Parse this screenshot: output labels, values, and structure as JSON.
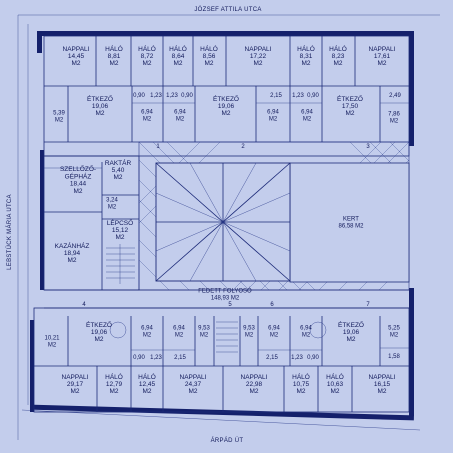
{
  "streets": {
    "north": "JÓZSEF ATTILA UTCA",
    "west": "LEBSTÜCK MÁRIA UTCA",
    "south": "ÁRPÁD ÚT"
  },
  "rooms": [
    {
      "id": "r1",
      "lines": [
        "NAPPALI",
        "14,45",
        "M2"
      ]
    },
    {
      "id": "r2",
      "lines": [
        "HÁLÓ",
        "8,81",
        "M2"
      ]
    },
    {
      "id": "r3",
      "lines": [
        "HÁLÓ",
        "8,72",
        "M2"
      ]
    },
    {
      "id": "r4",
      "lines": [
        "HÁLÓ",
        "8,64",
        "M2"
      ]
    },
    {
      "id": "r5",
      "lines": [
        "HÁLÓ",
        "8,56",
        "M2"
      ]
    },
    {
      "id": "r6",
      "lines": [
        "NAPPALI",
        "17,22",
        "M2"
      ]
    },
    {
      "id": "r7",
      "lines": [
        "HÁLÓ",
        "8,31",
        "M2"
      ]
    },
    {
      "id": "r8",
      "lines": [
        "HÁLÓ",
        "8,23",
        "M2"
      ]
    },
    {
      "id": "r9",
      "lines": [
        "NAPPALI",
        "17,61",
        "M2"
      ]
    },
    {
      "id": "r10",
      "lines": [
        "ÉTKEZŐ",
        "19,06",
        "M2"
      ]
    },
    {
      "id": "r11",
      "lines": [
        "ÉTKEZŐ",
        "19,06",
        "M2"
      ]
    },
    {
      "id": "r12",
      "lines": [
        "ÉTKEZŐ",
        "17,50",
        "M2"
      ]
    },
    {
      "id": "r13",
      "lines": [
        "5,39",
        "M2"
      ]
    },
    {
      "id": "r14",
      "lines": [
        "6,94",
        "M2"
      ]
    },
    {
      "id": "r15",
      "lines": [
        "6,94",
        "M2"
      ]
    },
    {
      "id": "r16",
      "lines": [
        "6,94",
        "M2"
      ]
    },
    {
      "id": "r17",
      "lines": [
        "6,94",
        "M2"
      ]
    },
    {
      "id": "r18",
      "lines": [
        "7,86",
        "M2"
      ]
    },
    {
      "id": "r19",
      "lines": [
        "SZELLŐZŐ-",
        "GÉPHÁZ",
        "18,44",
        "M2"
      ]
    },
    {
      "id": "r20",
      "lines": [
        "RAKTÁR",
        "5,40",
        "M2"
      ]
    },
    {
      "id": "r21",
      "lines": [
        "3,24",
        "M2"
      ]
    },
    {
      "id": "r22",
      "lines": [
        "LÉPCSŐ",
        "15,12",
        "M2"
      ]
    },
    {
      "id": "r23",
      "lines": [
        "KAZÁNHÁZ",
        "18,94",
        "M2"
      ]
    },
    {
      "id": "r24",
      "lines": [
        "KERT",
        "86,58 M2"
      ]
    },
    {
      "id": "r25",
      "lines": [
        "FEDETT FOLYOSÓ",
        "148,93 M2"
      ]
    },
    {
      "id": "r26",
      "lines": [
        "10,21",
        "M2"
      ]
    },
    {
      "id": "r27",
      "lines": [
        "ÉTKEZŐ",
        "19,06",
        "M2"
      ]
    },
    {
      "id": "r28",
      "lines": [
        "6,94",
        "M2"
      ]
    },
    {
      "id": "r29",
      "lines": [
        "6,94",
        "M2"
      ]
    },
    {
      "id": "r30",
      "lines": [
        "9,53",
        "M2"
      ]
    },
    {
      "id": "r31",
      "lines": [
        "9,53",
        "M2"
      ]
    },
    {
      "id": "r32",
      "lines": [
        "6,94",
        "M2"
      ]
    },
    {
      "id": "r33",
      "lines": [
        "6,94",
        "M2"
      ]
    },
    {
      "id": "r34",
      "lines": [
        "ÉTKEZŐ",
        "19,06",
        "M2"
      ]
    },
    {
      "id": "r35",
      "lines": [
        "5,25",
        "M2"
      ]
    },
    {
      "id": "r36",
      "lines": [
        "1,58"
      ]
    },
    {
      "id": "r37",
      "lines": [
        "NAPPALI",
        "29,17",
        "M2"
      ]
    },
    {
      "id": "r38",
      "lines": [
        "HÁLÓ",
        "12,79",
        "M2"
      ]
    },
    {
      "id": "r39",
      "lines": [
        "HÁLÓ",
        "12,45",
        "M2"
      ]
    },
    {
      "id": "r40",
      "lines": [
        "NAPPALI",
        "24,37",
        "M2"
      ]
    },
    {
      "id": "r41",
      "lines": [
        "NAPPALI",
        "22,98",
        "M2"
      ]
    },
    {
      "id": "r42",
      "lines": [
        "HÁLÓ",
        "10,75",
        "M2"
      ]
    },
    {
      "id": "r43",
      "lines": [
        "HÁLÓ",
        "10,63",
        "M2"
      ]
    },
    {
      "id": "r44",
      "lines": [
        "NAPPALI",
        "16,15",
        "M2"
      ]
    }
  ],
  "small_areas": [
    "0,90",
    "1,23",
    "1,23",
    "0,90",
    "2,15",
    "1,23",
    "0,90",
    "2,49",
    "0,90",
    "1,23",
    "2,15",
    "2,15",
    "1,23",
    "0,90"
  ],
  "section_marks": [
    "1",
    "2",
    "3",
    "4",
    "5",
    "6",
    "7"
  ]
}
